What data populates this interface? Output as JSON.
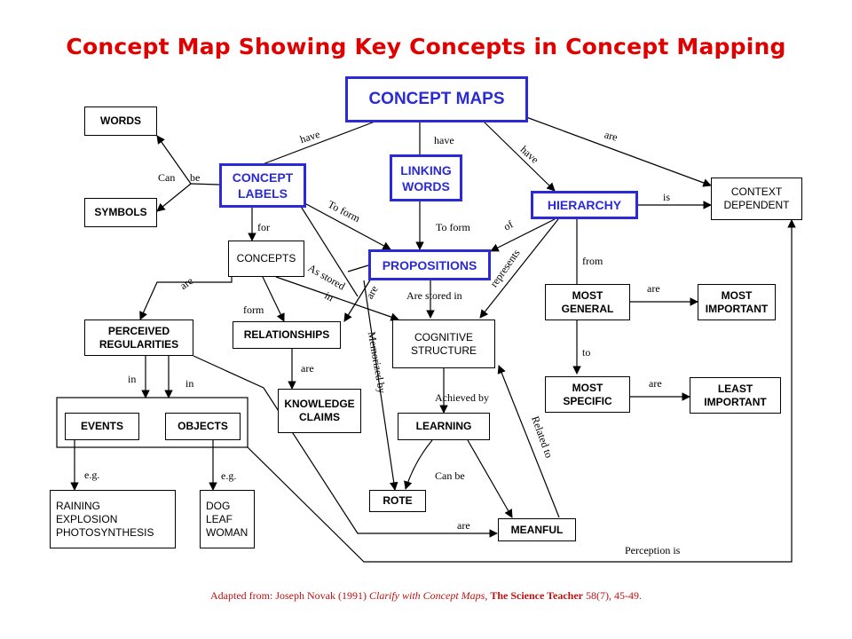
{
  "title": "Concept Map Showing Key Concepts in Concept Mapping",
  "nodes": {
    "concept_maps": "CONCEPT MAPS",
    "words": "WORDS",
    "symbols": "SYMBOLS",
    "concept_labels": "CONCEPT\nLABELS",
    "linking_words": "LINKING\nWORDS",
    "hierarchy": "HIERARCHY",
    "context_dependent": "CONTEXT\nDEPENDENT",
    "concepts": "CONCEPTS",
    "propositions": "PROPOSITIONS",
    "perceived_regularities": "PERCEIVED\nREGULARITIES",
    "relationships": "RELATIONSHIPS",
    "cognitive_structure": "COGNITIVE\nSTRUCTURE",
    "most_general": "MOST\nGENERAL",
    "most_important": "MOST\nIMPORTANT",
    "most_specific": "MOST\nSPECIFIC",
    "least_important": "LEAST\nIMPORTANT",
    "knowledge_claims": "KNOWLEDGE\nCLAIMS",
    "events": "EVENTS",
    "objects": "OBJECTS",
    "learning": "LEARNING",
    "rote": "ROTE",
    "meanful": "MEANFUL",
    "event_examples": "RAINING\nEXPLOSION\nPHOTOSYNTHESIS",
    "object_examples": "DOG\nLEAF\nWOMAN"
  },
  "links": {
    "have_1": "have",
    "have_2": "have",
    "have_3": "have",
    "are_1": "are",
    "can": "Can",
    "be": "be",
    "is": "is",
    "to_form_1": "To form",
    "to_form_2": "To form",
    "for": "for",
    "of": "of",
    "from": "from",
    "represents": "represents",
    "are_2": "are",
    "as_stored": "As stored",
    "in_1": "in",
    "are_3": "are",
    "are_stored_in": "Are  stored in",
    "form": "form",
    "are_4": "are",
    "memorized_by": "Memorized by",
    "to": "to",
    "are_5": "are",
    "are_6": "are",
    "in_2": "in",
    "in_3": "in",
    "achieved_by": "Achieved by",
    "related_to": "Related to",
    "eg_1": "e.g.",
    "eg_2": "e.g.",
    "can_be": "Can be",
    "are_7": "are",
    "perception_is": "Perception is"
  },
  "footer": {
    "prefix": "Adapted from: Joseph Novak (1991) ",
    "work": "Clarify with Concept Maps,",
    "journal": "The Science Teacher",
    "citation": " 58(7), 45-49."
  },
  "colors": {
    "title": "#e00000",
    "accent_blue": "#2a2ad6",
    "footer": "#c01010"
  }
}
